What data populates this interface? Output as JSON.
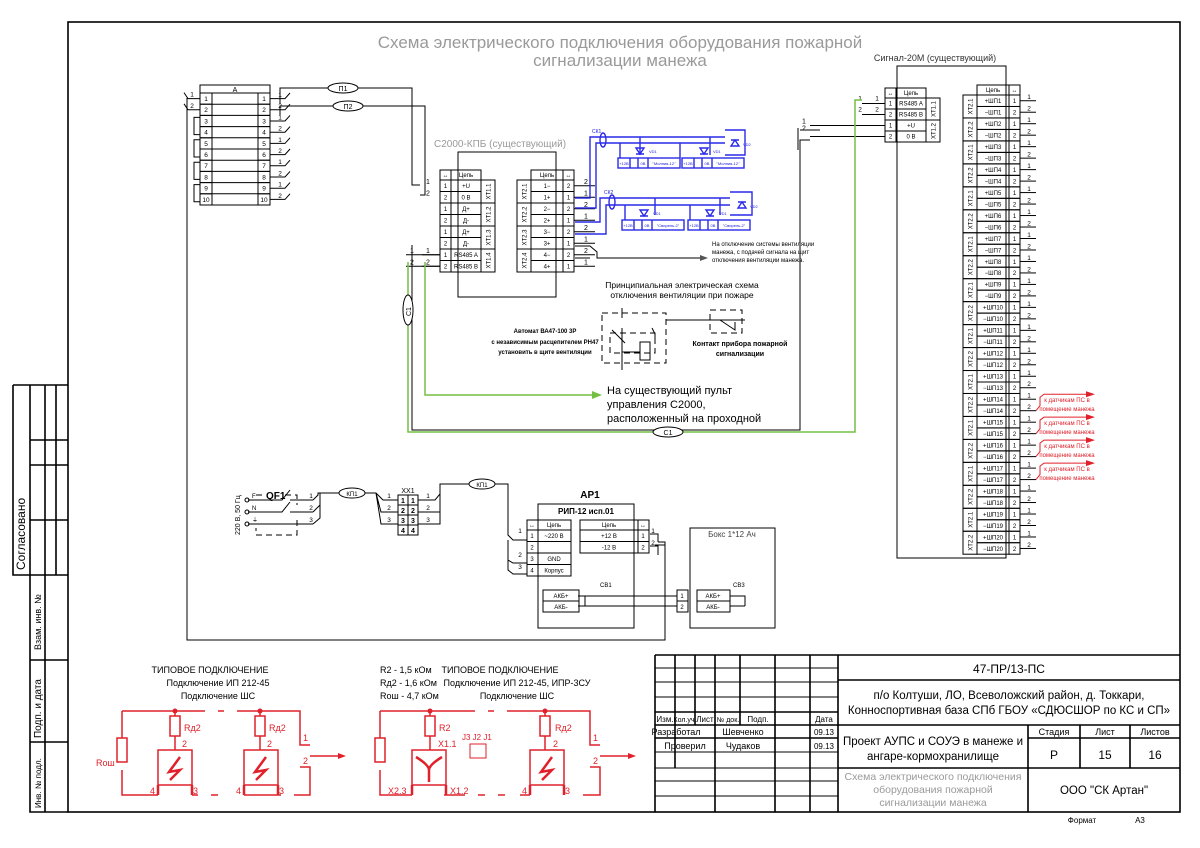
{
  "title": {
    "line1": "Схема электрического подключения  оборудования пожарной",
    "line2": "сигнализации манежа"
  },
  "colors": {
    "line": "#000000",
    "detectors": "#e0202a",
    "loops": "#2a2ae8",
    "rs485": "#74c043",
    "title": "#9a9a9a"
  },
  "block_a": {
    "label": "A",
    "pins": [
      "1",
      "2",
      "3",
      "4",
      "5",
      "6",
      "7",
      "8",
      "9",
      "10"
    ],
    "left_wires": [
      "1",
      "2"
    ],
    "right_wires": [
      "1",
      "2",
      "1",
      "2",
      "1",
      "2",
      "1",
      "2",
      "1",
      "2"
    ]
  },
  "cables": {
    "p1": "П1",
    "p2": "П2",
    "c1_vertical": "С1",
    "c1_horizontal": "С1",
    "kp1_a": "КП1",
    "kp1_b": "КП1",
    "sk1": "СК1",
    "sk2": "СК2"
  },
  "c2000kpb": {
    "title": "С2000-КПБ (существующий)",
    "pin_header": "↔",
    "circuit_header": "Цепь",
    "left_rows": [
      {
        "pin": "1",
        "name": "+U"
      },
      {
        "pin": "2",
        "name": "0 В"
      },
      {
        "pin": "1",
        "name": "Д+"
      },
      {
        "pin": "2",
        "name": "Д-"
      },
      {
        "pin": "1",
        "name": "Д+"
      },
      {
        "pin": "2",
        "name": "Д-"
      },
      {
        "pin": "1",
        "name": "RS485 A"
      },
      {
        "pin": "2",
        "name": "RS485 B"
      }
    ],
    "left_xt": [
      "XT1.1",
      "XT1.2",
      "XT1.3",
      "XT1.4"
    ],
    "left_wires": [
      "1",
      "2"
    ],
    "rs485_wires": [
      "1",
      "2",
      "1",
      "2"
    ],
    "right_rows": [
      {
        "name": "1−",
        "pin": "2"
      },
      {
        "name": "1+",
        "pin": "1"
      },
      {
        "name": "2−",
        "pin": "2"
      },
      {
        "name": "2+",
        "pin": "1"
      },
      {
        "name": "3−",
        "pin": "2"
      },
      {
        "name": "3+",
        "pin": "1"
      },
      {
        "name": "4−",
        "pin": "2"
      },
      {
        "name": "4+",
        "pin": "1"
      }
    ],
    "right_xt": [
      "XT2.1",
      "XT2.2",
      "XT2.3",
      "XT2.4"
    ],
    "right_wires": [
      "2",
      "1",
      "2",
      "1",
      "2",
      "1",
      "2",
      "1"
    ]
  },
  "loops": {
    "vd1": "VD1",
    "vd2": "VD2",
    "device_top": {
      "plus": "+12В",
      "zero": "0В",
      "name": "\"Молния-12\""
    },
    "device_bottom": {
      "plus": "+12В",
      "zero": "0В",
      "name": "\"Свирель-2\""
    }
  },
  "ventilation_note": [
    "На отключение системы вентиляции",
    "манежа, с подачей сигнала на щит",
    "отключения вентиляции манежа."
  ],
  "vent_scheme": {
    "title1": "Принципиальная электрическая схема",
    "title2": "отключения вентиляции при пожаре",
    "breaker": [
      "Автомат  ВА47-100 3Р",
      "с независимым расцепителем РН47",
      "установить в щите вентиляции"
    ],
    "contact": [
      "Контакт прибора пожарной",
      "сигнализации"
    ]
  },
  "console_note": [
    "На существующий пульт",
    "управления С2000,",
    "расположенный на проходной"
  ],
  "signal20m": {
    "title": "Сигнал-20М (существующий)",
    "pin_header": "↔",
    "circuit_header": "Цепь",
    "left_rows": [
      {
        "pin": "1",
        "name": "RS485 A"
      },
      {
        "pin": "2",
        "name": "RS485 B"
      },
      {
        "pin": "1",
        "name": "+U"
      },
      {
        "pin": "2",
        "name": "0 В"
      }
    ],
    "left_xt": [
      "XT1.1",
      "XT1.2"
    ],
    "left_wires": [
      "1",
      "2",
      "1",
      "2"
    ],
    "power_wires": [
      "1",
      "2"
    ],
    "loop_count": 20,
    "loop_xt": [
      "XT2.1",
      "XT2.2"
    ],
    "loop_prefix_plus": "+ШП",
    "loop_prefix_minus": "−ШП",
    "wire_labels": [
      "1",
      "2"
    ],
    "sensor_link_loops": [
      14,
      15,
      16,
      17
    ],
    "sensor_link_text": [
      "к датчикам ПС в",
      "помещение манежа"
    ]
  },
  "power": {
    "supply_label": "220 В, 50 Гц",
    "phases": [
      "F",
      "N",
      "⏚"
    ],
    "qf1": "QF1",
    "qf_wires": [
      "1",
      "2",
      "3"
    ],
    "xx1": "XX1",
    "xx1_rows": [
      "1",
      "2",
      "3",
      "4"
    ],
    "xx1_wires_left": [
      "1",
      "2",
      "3"
    ],
    "xx1_wires_right": [
      "1",
      "2",
      "3"
    ],
    "ap1": "АР1",
    "rip": "РИП-12 исп.01",
    "rip_header_circuit": "Цепь",
    "rip_header_pin": "↔",
    "rip_left_rows": [
      {
        "pin": "1",
        "name": "~220 В"
      },
      {
        "pin": "2",
        "name": ""
      },
      {
        "pin": "3",
        "name": "GND"
      },
      {
        "pin": "4",
        "name": "Корпус"
      }
    ],
    "rip_left_wires": [
      "1",
      "2",
      "3"
    ],
    "rip_right_rows": [
      {
        "name": "+12 В",
        "pin": "1"
      },
      {
        "name": "-12 В",
        "pin": "2"
      }
    ],
    "rip_right_wires": [
      "1",
      "2"
    ],
    "sb1": "СВ1",
    "sb3": "СВ3",
    "akb": [
      "АКБ+",
      "АКБ-"
    ],
    "akb_pins": [
      "1",
      "2"
    ],
    "box": "Бокс 1*12 Ач"
  },
  "typical1": {
    "title": "ТИПОВОЕ ПОДКЛЮЧЕНИЕ",
    "sub1": "Подключение ИП 212-45",
    "sub2": "Подключение ШС",
    "r_end": "Rош",
    "rd": "Rд2",
    "pins": {
      "p1": "1",
      "p2": "2",
      "p3": "3",
      "p4": "4"
    }
  },
  "typical2": {
    "title": "ТИПОВОЕ ПОДКЛЮЧЕНИЕ",
    "sub1": "Подключение ИП 212-45, ИПР-3СУ",
    "sub2": "Подключение ШС",
    "values": [
      "R2 - 1,5 кОм",
      "Rд2 - 1,6 кОм",
      "Rош - 4,7 кОм"
    ],
    "r2": "R2",
    "rd": "Rд2",
    "jumpers": "J3 J2 J1",
    "x11": "X1.1",
    "x12": "X1.2",
    "x23": "X2.3",
    "pins": {
      "p1": "1",
      "p2": "2",
      "p3": "3",
      "p4": "4"
    }
  },
  "stamp_left": {
    "agreed": "Согласовано",
    "replace_inv": "Взам. инв. №",
    "sign_date": "Подп. и дата",
    "inv_orig": "Инв. № подл."
  },
  "title_block": {
    "doc_code": "47-ПР/13-ПС",
    "address1": "п/о Колтуши, ЛО, Всеволожский  район, д. Токкари,",
    "address2": "Конноспортивная база СПб ГБОУ «СДЮСШОР по КС и СП»",
    "col_headers": [
      "Изм.",
      "Кол.уч.",
      "Лист",
      "№ док.",
      "Подп.",
      "Дата"
    ],
    "people": [
      {
        "role": "Разработал",
        "name": "Шевченко",
        "date": "09.13"
      },
      {
        "role": "Проверил",
        "name": "Чудаков",
        "date": "09.13"
      }
    ],
    "project1": "Проект АУПС и СОУЭ в манеже и",
    "project2": "ангаре-кормохранилище",
    "stage_label": "Стадия",
    "sheet_label": "Лист",
    "sheets_label": "Листов",
    "stage": "Р",
    "sheet": "15",
    "sheets": "16",
    "drawing1": "Схема электрического подключения",
    "drawing2": "оборудования пожарной",
    "drawing3": "сигнализации манежа",
    "company": "ООО \"СК Артан\"",
    "format_label": "Формат",
    "format": "А3"
  }
}
